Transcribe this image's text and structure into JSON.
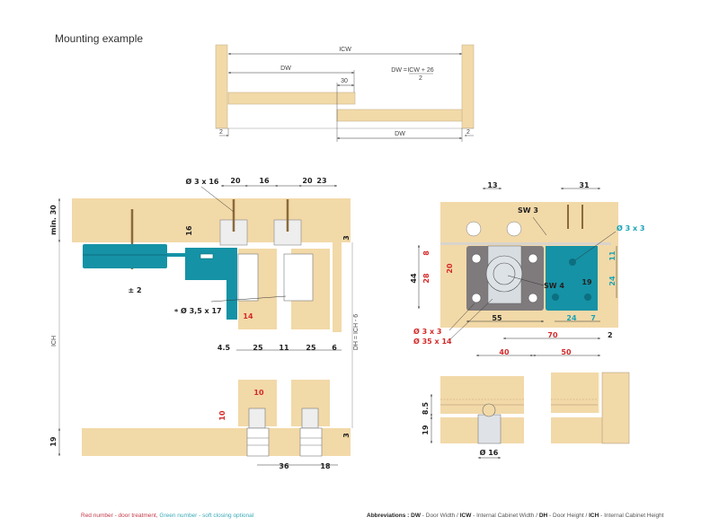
{
  "title": "Mounting example",
  "colors": {
    "wood": "#f2d9a8",
    "wood_edge": "#c9b28a",
    "teal": "#1592a6",
    "teal_dark": "#0d6f80",
    "grey_plate": "#7f7b7d",
    "dim_line": "#333333",
    "red_number": "#d42a2a",
    "green_number": "#1aa3b5"
  },
  "top_view": {
    "labels": {
      "icw": "ICW",
      "dw_top": "DW",
      "dw_bottom": "DW",
      "overlap": "30",
      "left_gap": "2",
      "right_gap": "2",
      "formula_lhs": "DW =",
      "formula_num": "ICW + 26",
      "formula_den": "2"
    }
  },
  "side_view": {
    "labels": {
      "screw_top": "Ø 3 x 16",
      "d20a": "20",
      "d16": "16",
      "d20b": "20",
      "d23": "23",
      "min30": "min. 30",
      "h16": "16",
      "d3_top": "3",
      "pm2": "± 2",
      "screw_side": "Ø 3,5 x 17",
      "asterisk": "*",
      "red14": "14",
      "ich": "ICH",
      "dh_formula": "DH = ICH - 6",
      "d4_5": "4.5",
      "d25a": "25",
      "d11": "11",
      "d25b": "25",
      "d6": "6",
      "red10_h": "10",
      "red10_v": "10",
      "d19": "19",
      "d3_bottom": "3",
      "d36": "36",
      "d18": "18"
    }
  },
  "front_view": {
    "labels": {
      "d13": "13",
      "d31": "31",
      "sw3": "SW 3",
      "sw4": "SW 4",
      "green_screw": "Ø 3 x 3",
      "red8": "8",
      "red20": "20",
      "red28": "28",
      "d44": "44",
      "green11": "11",
      "green24_v": "24",
      "d19": "19",
      "d55": "55",
      "green24_h": "24",
      "green7": "7",
      "red_screw1": "Ø 3 x 3",
      "red_screw2": "Ø 35 x 14",
      "red70": "70",
      "d2": "2",
      "red40": "40",
      "red50": "50"
    }
  },
  "bottom_detail": {
    "labels": {
      "d8_5": "8.5",
      "d19": "19",
      "dia16": "Ø 16"
    }
  },
  "footer": {
    "legend_red": "Red number - door treatment,",
    "legend_green": " Green number - soft closing optional",
    "abbr_title": "Abbreviations :",
    "abbr_dw": "DW",
    "abbr_dw_text": " - Door Width / ",
    "abbr_icw": "ICW",
    "abbr_icw_text": " - Internal Cabinet Width / ",
    "abbr_dh": "DH",
    "abbr_dh_text": " - Door Height / ",
    "abbr_ich": "ICH",
    "abbr_ich_text": " - Internal Cabinet Height"
  }
}
